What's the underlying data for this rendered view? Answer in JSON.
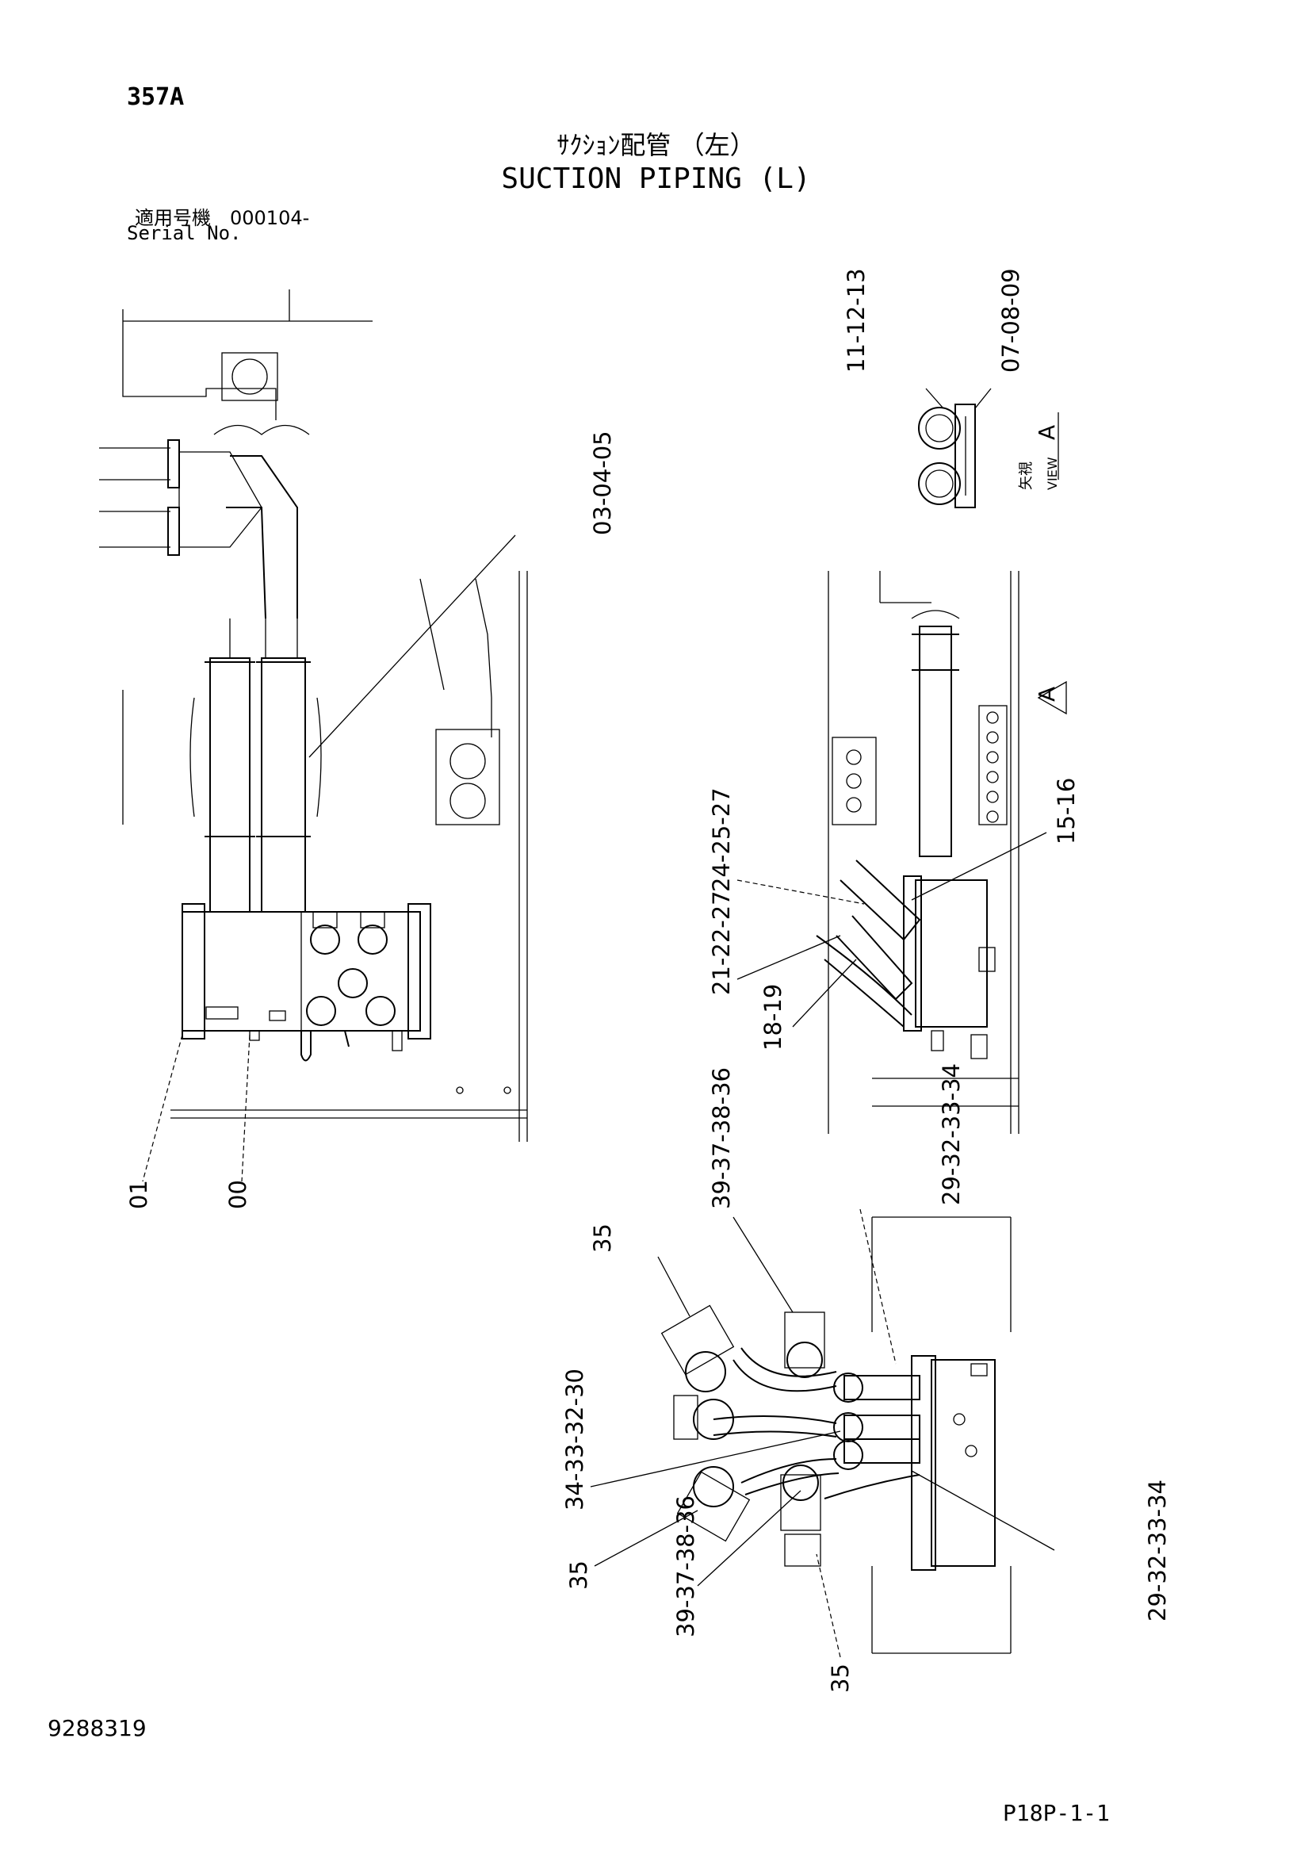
{
  "header": {
    "page_code": "357A",
    "title_jp": "ｻｸｼｮﾝ配管 （左）",
    "title_en": "SUCTION PIPING (L)",
    "serial_label_jp": "適用号機　000104-",
    "serial_label_en": "Serial No."
  },
  "view": {
    "mark": "A",
    "label_jp": "矢視",
    "label_en": "VIEW"
  },
  "callouts": {
    "c_03_04_05": "03-04-05",
    "c_11_12_13": "11-12-13",
    "c_07_08_09": "07-08-09",
    "c_24_25_27": "24-25-27",
    "c_21_22_27": "21-22-27",
    "c_18_19": "18-19",
    "c_15_16": "15-16",
    "c_01": "01",
    "c_00": "00",
    "c_39_37_38_36_top": "39-37-38-36",
    "c_29_32_33_34_top": "29-32-33-34",
    "c_35_top": "35",
    "c_34_33_32_30": "34-33-32-30",
    "c_35_left": "35",
    "c_39_37_38_36_bottom": "39-37-38-36",
    "c_35_bottom": "35",
    "c_29_32_33_34_bottom": "29-32-33-34"
  },
  "footer": {
    "doc_number": "9288319",
    "page_ref": "P18P-1-1"
  }
}
